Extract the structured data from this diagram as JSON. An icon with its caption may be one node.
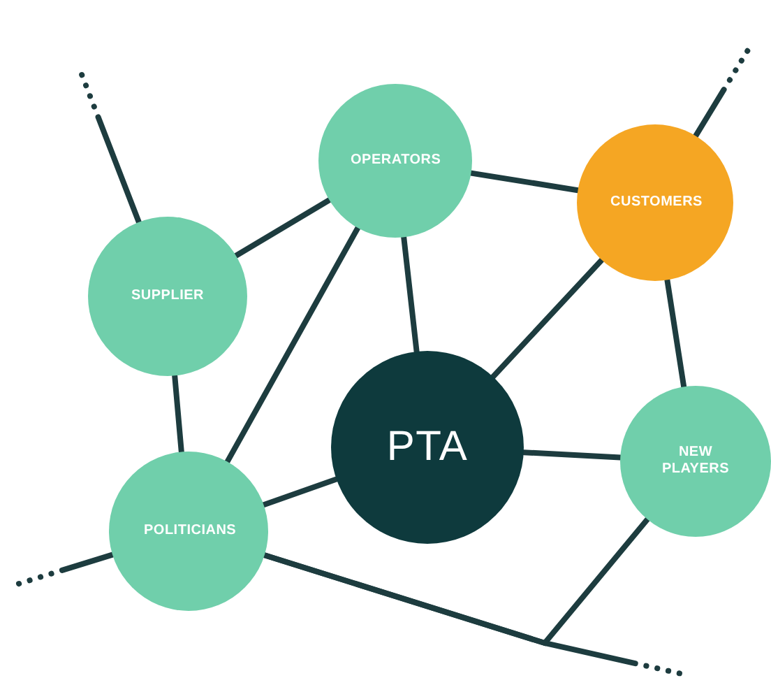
{
  "diagram": {
    "nodes": [
      {
        "text": [
          "OPERATORS"
        ]
      },
      {
        "text": [
          "CUSTOMERS"
        ]
      },
      {
        "text": [
          "SUPPLIER"
        ]
      },
      {
        "text": [
          "PTA"
        ]
      },
      {
        "text": [
          "NEW PLAYERS"
        ]
      },
      {
        "text": [
          "POLITICIANS"
        ]
      }
    ],
    "edges": [
      {
        "from": 0,
        "to": 1,
        "arrow": "none"
      },
      {
        "from": 2,
        "to": 0,
        "arrow": "none"
      },
      {
        "from": 0,
        "to": 3,
        "arrow": "none"
      },
      {
        "from": 0,
        "to": 5,
        "arrow": "none"
      },
      {
        "from": 3,
        "to": 1,
        "arrow": "none"
      },
      {
        "from": 1,
        "to": 4,
        "arrow": "none"
      },
      {
        "from": 2,
        "to": 5,
        "arrow": "none"
      },
      {
        "from": 5,
        "to": 3,
        "arrow": "none"
      },
      {
        "from": 3,
        "to": 4,
        "arrow": "none"
      },
      {
        "from": 1,
        "to": null,
        "arrow": "none",
        "style": "dashed"
      },
      {
        "from": 2,
        "to": null,
        "arrow": "none",
        "style": "dashed"
      },
      {
        "from": 5,
        "to": null,
        "arrow": "none",
        "style": "dashed"
      },
      {
        "from": 5,
        "to": 4,
        "arrow": "none"
      },
      {
        "from": 5,
        "to": null,
        "arrow": "none",
        "style": "dashed"
      }
    ]
  }
}
